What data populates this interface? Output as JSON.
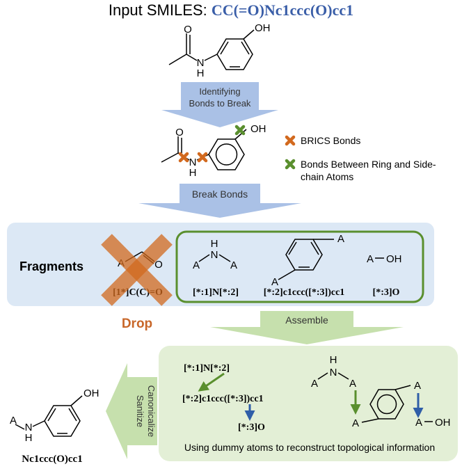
{
  "header": {
    "prefix": "Input SMILES: ",
    "smiles": "CC(=O)Nc1ccc(O)cc1"
  },
  "molecule_labels": {
    "oxygen": "O",
    "nh": "N",
    "h": "H",
    "oh": "OH",
    "dummy": "A"
  },
  "steps": {
    "identify_line1": "Identifying",
    "identify_line2": "Bonds to Break",
    "break": "Break Bonds",
    "assemble": "Assemble",
    "sanitize_line1": "Sanitize",
    "sanitize_line2": "Canonicalize"
  },
  "legend": {
    "brics": "BRICS Bonds",
    "ring_line1": "Bonds Between Ring and Side-",
    "ring_line2": "chain Atoms"
  },
  "fragments": {
    "title": "Fragments",
    "dropped": "[1*]C(C)=O",
    "drop_label": "Drop",
    "kept": [
      "[*:1]N[*:2]",
      "[*:2]c1ccc([*:3])cc1",
      "[*:3]O"
    ]
  },
  "assembly": {
    "caption": "Using dummy atoms to reconstruct topological information"
  },
  "output": {
    "smiles": "Nc1ccc(O)cc1"
  },
  "colors": {
    "smiles_blue": "#3a5ea8",
    "brics_orange": "#d2691e",
    "ring_green": "#5a8f2e",
    "fragments_panel": "#dce8f5",
    "assemble_panel": "#e3efd6",
    "blue_arrow": "#aac1e6",
    "green_arrow": "#c6e0ad",
    "drop_orange": "#c8672a"
  },
  "icons": [
    "brics-cross-icon",
    "ring-bond-cross-icon",
    "drop-cross-icon"
  ]
}
